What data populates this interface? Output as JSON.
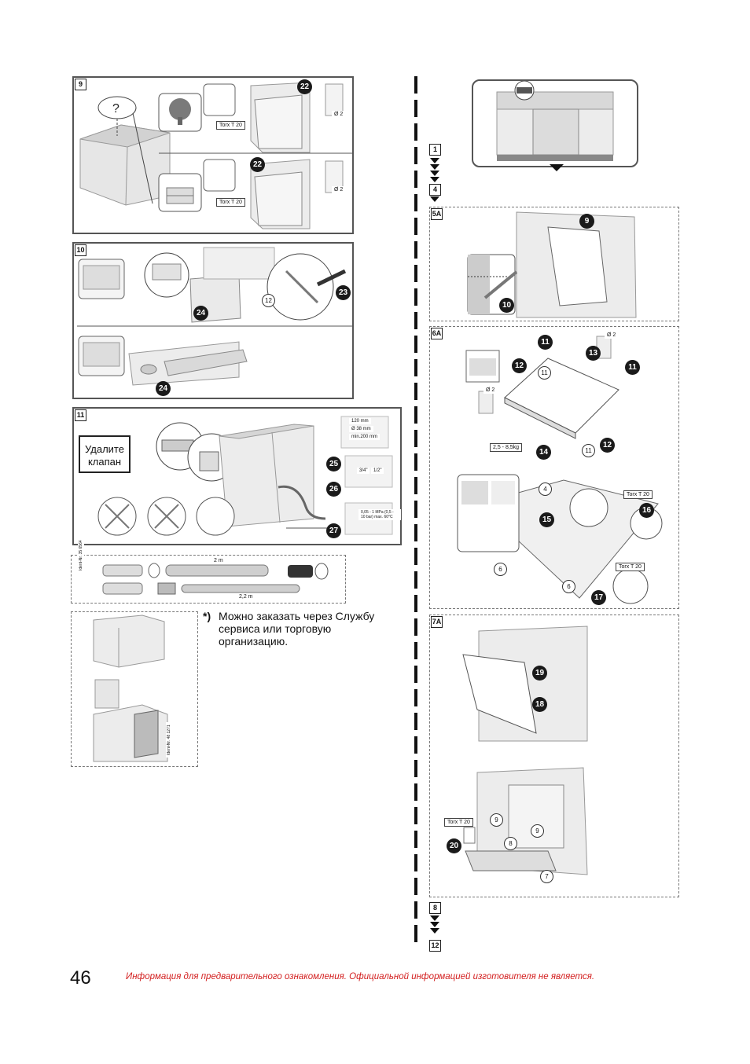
{
  "steps": {
    "s9": "9",
    "s10": "10",
    "s11": "11",
    "s1": "1",
    "s4": "4",
    "s5a": "5A",
    "s6a": "6A",
    "s7a": "7A",
    "s8": "8",
    "s12": "12"
  },
  "callouts": {
    "c22a": "22",
    "c22b": "22",
    "c23": "23",
    "c24a": "24",
    "c24b": "24",
    "c25": "25",
    "c26": "26",
    "c27": "27",
    "c9": "9",
    "c10": "10",
    "c11a": "11",
    "c11b": "11",
    "c12a": "12",
    "c12b": "12",
    "c13": "13",
    "c14": "14",
    "c15": "15",
    "c16": "16",
    "c17": "17",
    "c18": "18",
    "c19": "19",
    "c20": "20"
  },
  "rings": {
    "r11a": "11",
    "r11b": "11",
    "r4": "4",
    "r6a": "6",
    "r6b": "6",
    "r8": "8",
    "r9a": "9",
    "r9b": "9",
    "r7": "7",
    "r12": "12"
  },
  "tags": {
    "torx1": "Torx T 20",
    "torx2": "Torx T 20",
    "torx3": "Torx T 20",
    "torx4": "Torx T 20",
    "torx5": "Torx T 20",
    "weight": "2,5 - 8,5kg",
    "d2a": "Ø 2",
    "d2b": "Ø 2",
    "d2c": "Ø 2",
    "d2d": "Ø 2",
    "hose_len": "2 m",
    "hose_len2": "2,2 m",
    "ident1": "Ident-Nr. 35 6564",
    "ident2": "Ident-Nr. 48 1271",
    "mm120": "120 mm",
    "mm38": "Ø 38 mm",
    "mm200": "min.200 mm",
    "pressure": "0,05 - 1 MPa (0,5 - 10 bar) max. 60°C",
    "thread1": "3/4\"",
    "thread2": "1/2\""
  },
  "remove_valve": "Удалите клапан",
  "note": {
    "star": "*)",
    "text": "Можно заказать через Службу сервиса или торговую организацию."
  },
  "footer": {
    "page_number": "46",
    "disclaimer": "Информация для предварительного ознакомления. Официальной информацией изготовителя не является."
  }
}
